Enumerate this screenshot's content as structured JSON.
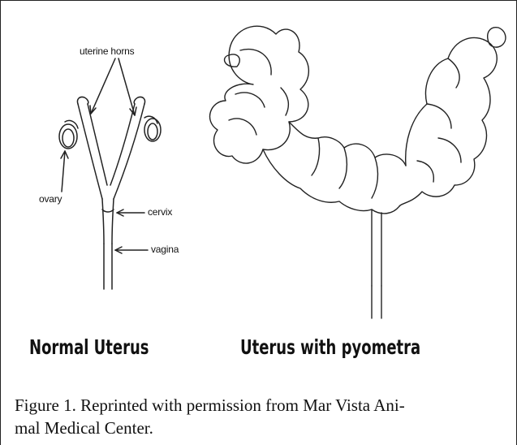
{
  "figure": {
    "labels": {
      "uterine_horns": "uterine horns",
      "ovary": "ovary",
      "cervix": "cervix",
      "vagina": "vagina"
    },
    "panels": {
      "normal": "Normal Uterus",
      "pyometra": "Uterus with pyometra"
    },
    "caption": {
      "line1": "Figure 1. Reprinted with permission from Mar Vista Ani-",
      "line2": "mal Medical Center."
    }
  }
}
